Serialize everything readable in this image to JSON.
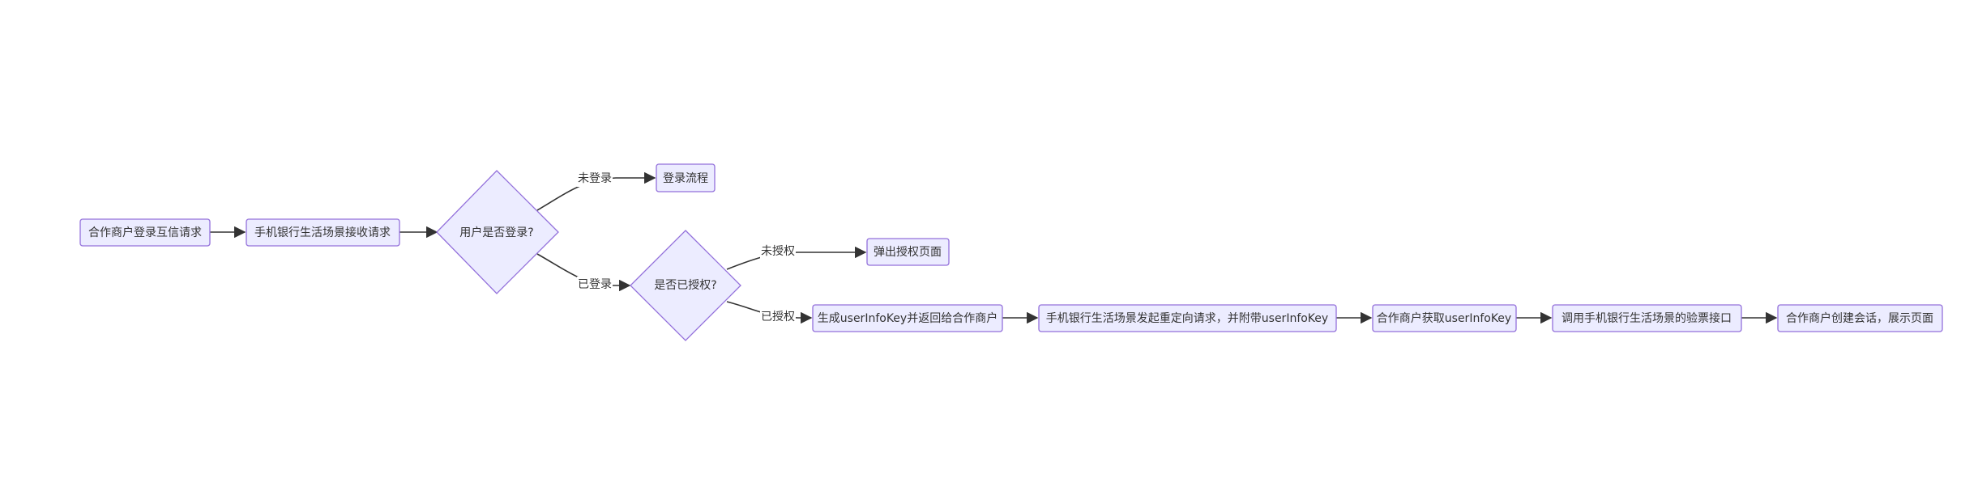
{
  "nodes": {
    "n1": "合作商户登录互信请求",
    "n2": "手机银行生活场景接收请求",
    "d1": "用户是否登录?",
    "n3": "登录流程",
    "d2": "是否已授权?",
    "n4": "弹出授权页面",
    "n5": "生成userInfoKey并返回给合作商户",
    "n6": "手机银行生活场景发起重定向请求，并附带userInfoKey",
    "n7": "合作商户获取userInfoKey",
    "n8": "调用手机银行生活场景的验票接口",
    "n9": "合作商户创建会话，展示页面"
  },
  "edges": {
    "not_logged_in": "未登录",
    "logged_in": "已登录",
    "not_authorized": "未授权",
    "authorized": "已授权"
  },
  "colors": {
    "node_fill": "#ECECFF",
    "node_stroke": "#9370DB",
    "line": "#333333",
    "text": "#333333"
  }
}
